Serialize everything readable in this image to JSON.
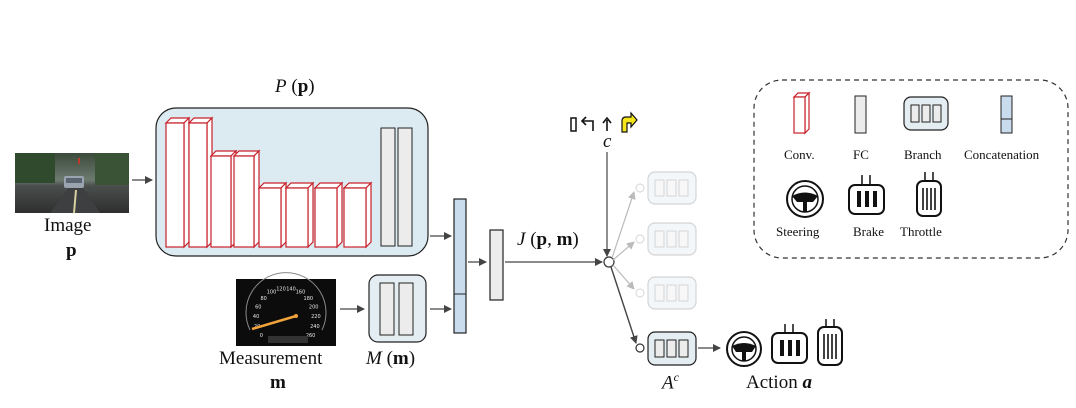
{
  "perception": {
    "label_func": "P",
    "label_arg": "p"
  },
  "image_input": {
    "label": "Image",
    "var": "p"
  },
  "measurement_input": {
    "label": "Measurement",
    "var": "m"
  },
  "measurement_module": {
    "label_func": "M",
    "label_arg": "m"
  },
  "joint": {
    "label_func": "J",
    "label_arg1": "p",
    "label_arg2": "m"
  },
  "command": {
    "var": "c"
  },
  "branch": {
    "label": "A",
    "superscript": "c"
  },
  "action": {
    "label": "Action",
    "var": "a"
  },
  "legend": {
    "conv": "Conv.",
    "fc": "FC",
    "branch": "Branch",
    "concat": "Concatenation",
    "steering": "Steering",
    "brake": "Brake",
    "throttle": "Throttle"
  },
  "speedometer": {
    "ticks": [
      "0",
      "20",
      "40",
      "60",
      "80",
      "100",
      "120",
      "140",
      "160",
      "180",
      "200",
      "220",
      "240",
      "260"
    ]
  },
  "colors": {
    "conv_stroke": "#c8202a",
    "perception_bg": "#dcebf2",
    "concat_fill": "#c9dcee",
    "branch_bg": "#e3edf2",
    "fc_fill": "#ececec",
    "arrow_yellow": "#f5e51a",
    "needle": "#f2a33a"
  }
}
